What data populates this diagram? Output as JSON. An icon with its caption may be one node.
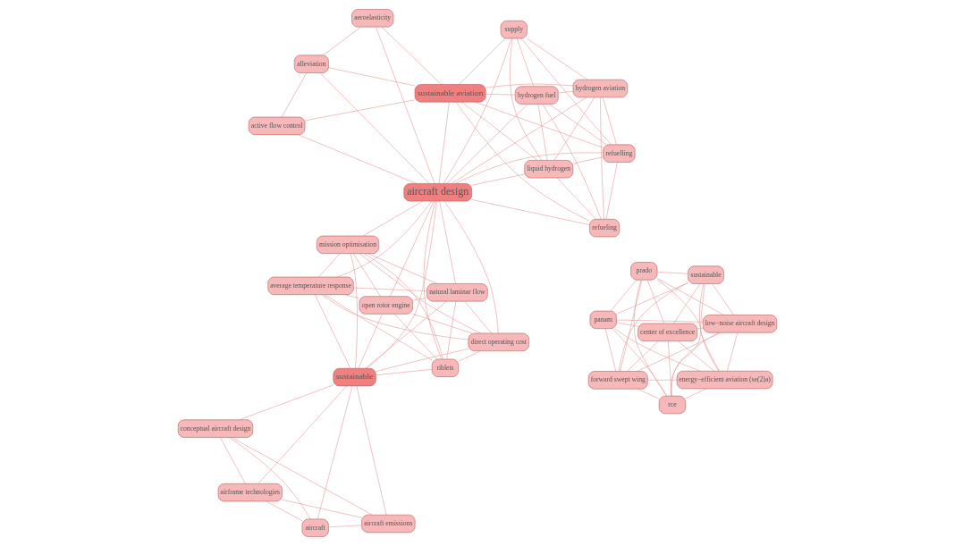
{
  "diagram": {
    "nodes": [
      {
        "text": [
          "airframe technologies"
        ]
      },
      {
        "text": [
          "aircraft emissions"
        ]
      },
      {
        "text": [
          "aircraft"
        ]
      },
      {
        "text": [
          "conceptual aircraft design"
        ]
      },
      {
        "text": [
          "sustainable"
        ]
      },
      {
        "text": [
          "mission optimisation"
        ]
      },
      {
        "text": [
          "average temperature response"
        ]
      },
      {
        "text": [
          "natural laminar flow"
        ]
      },
      {
        "text": [
          "open rotor engine"
        ]
      },
      {
        "text": [
          "direct operating cost"
        ]
      },
      {
        "text": [
          "riblets"
        ]
      },
      {
        "text": [
          "liquid hydrogen"
        ]
      },
      {
        "text": [
          "hydrogen aviation"
        ]
      },
      {
        "text": [
          "supply"
        ]
      },
      {
        "text": [
          "hydrogen fuel"
        ]
      },
      {
        "text": [
          "refueling"
        ]
      },
      {
        "text": [
          "refuelling"
        ]
      },
      {
        "text": [
          "aircraft design"
        ]
      },
      {
        "text": [
          "sustainable aviation"
        ]
      },
      {
        "text": [
          "alleviation"
        ]
      },
      {
        "text": [
          "aeroelasticity"
        ]
      },
      {
        "text": [
          "active flow control"
        ]
      },
      {
        "text": [
          "panam"
        ]
      },
      {
        "text": [
          "low−noise aircraft design"
        ]
      },
      {
        "text": [
          "rce"
        ]
      },
      {
        "text": [
          "prado"
        ]
      },
      {
        "text": [
          "sustainable"
        ]
      },
      {
        "text": [
          "center of excellence"
        ]
      },
      {
        "text": [
          "forward swept wing"
        ]
      },
      {
        "text": [
          "energy−efficient aviation (se(2)a)"
        ]
      }
    ],
    "edges": [
      {
        "from": 0,
        "to": 1,
        "arrow": "none"
      },
      {
        "from": 0,
        "to": 2,
        "arrow": "none"
      },
      {
        "from": 0,
        "to": 3,
        "arrow": "none"
      },
      {
        "from": 0,
        "to": 4,
        "arrow": "none"
      },
      {
        "from": 1,
        "to": 2,
        "arrow": "none"
      },
      {
        "from": 1,
        "to": 3,
        "arrow": "none"
      },
      {
        "from": 1,
        "to": 4,
        "arrow": "none"
      },
      {
        "from": 2,
        "to": 3,
        "arrow": "none"
      },
      {
        "from": 2,
        "to": 4,
        "arrow": "none"
      },
      {
        "from": 3,
        "to": 4,
        "arrow": "none"
      },
      {
        "from": 4,
        "to": 5,
        "arrow": "none"
      },
      {
        "from": 4,
        "to": 6,
        "arrow": "none"
      },
      {
        "from": 4,
        "to": 7,
        "arrow": "none"
      },
      {
        "from": 4,
        "to": 8,
        "arrow": "none"
      },
      {
        "from": 4,
        "to": 9,
        "arrow": "none"
      },
      {
        "from": 4,
        "to": 10,
        "arrow": "none"
      },
      {
        "from": 4,
        "to": 17,
        "arrow": "none"
      },
      {
        "from": 5,
        "to": 6,
        "arrow": "none"
      },
      {
        "from": 5,
        "to": 7,
        "arrow": "none"
      },
      {
        "from": 5,
        "to": 8,
        "arrow": "none"
      },
      {
        "from": 5,
        "to": 9,
        "arrow": "none"
      },
      {
        "from": 5,
        "to": 10,
        "arrow": "none"
      },
      {
        "from": 6,
        "to": 7,
        "arrow": "none"
      },
      {
        "from": 6,
        "to": 8,
        "arrow": "none"
      },
      {
        "from": 6,
        "to": 9,
        "arrow": "none"
      },
      {
        "from": 6,
        "to": 10,
        "arrow": "none"
      },
      {
        "from": 7,
        "to": 8,
        "arrow": "none"
      },
      {
        "from": 7,
        "to": 9,
        "arrow": "none"
      },
      {
        "from": 7,
        "to": 10,
        "arrow": "none"
      },
      {
        "from": 8,
        "to": 9,
        "arrow": "none"
      },
      {
        "from": 8,
        "to": 10,
        "arrow": "none"
      },
      {
        "from": 9,
        "to": 10,
        "arrow": "none"
      },
      {
        "from": 17,
        "to": 5,
        "arrow": "none"
      },
      {
        "from": 17,
        "to": 6,
        "arrow": "none"
      },
      {
        "from": 17,
        "to": 7,
        "arrow": "none"
      },
      {
        "from": 17,
        "to": 8,
        "arrow": "none"
      },
      {
        "from": 17,
        "to": 9,
        "arrow": "none"
      },
      {
        "from": 17,
        "to": 10,
        "arrow": "none"
      },
      {
        "from": 11,
        "to": 12,
        "arrow": "none"
      },
      {
        "from": 11,
        "to": 13,
        "arrow": "none"
      },
      {
        "from": 11,
        "to": 14,
        "arrow": "none"
      },
      {
        "from": 11,
        "to": 15,
        "arrow": "none"
      },
      {
        "from": 11,
        "to": 16,
        "arrow": "none"
      },
      {
        "from": 11,
        "to": 18,
        "arrow": "none"
      },
      {
        "from": 12,
        "to": 13,
        "arrow": "none"
      },
      {
        "from": 12,
        "to": 14,
        "arrow": "none"
      },
      {
        "from": 12,
        "to": 15,
        "arrow": "none"
      },
      {
        "from": 12,
        "to": 16,
        "arrow": "none"
      },
      {
        "from": 12,
        "to": 18,
        "arrow": "none"
      },
      {
        "from": 13,
        "to": 14,
        "arrow": "none"
      },
      {
        "from": 13,
        "to": 16,
        "arrow": "none"
      },
      {
        "from": 13,
        "to": 18,
        "arrow": "none"
      },
      {
        "from": 14,
        "to": 15,
        "arrow": "none"
      },
      {
        "from": 14,
        "to": 16,
        "arrow": "none"
      },
      {
        "from": 14,
        "to": 18,
        "arrow": "none"
      },
      {
        "from": 15,
        "to": 16,
        "arrow": "none"
      },
      {
        "from": 15,
        "to": 18,
        "arrow": "none"
      },
      {
        "from": 16,
        "to": 18,
        "arrow": "none"
      },
      {
        "from": 17,
        "to": 11,
        "arrow": "none"
      },
      {
        "from": 17,
        "to": 12,
        "arrow": "none"
      },
      {
        "from": 17,
        "to": 13,
        "arrow": "none"
      },
      {
        "from": 17,
        "to": 14,
        "arrow": "none"
      },
      {
        "from": 17,
        "to": 15,
        "arrow": "none"
      },
      {
        "from": 17,
        "to": 16,
        "arrow": "none"
      },
      {
        "from": 17,
        "to": 18,
        "arrow": "none"
      },
      {
        "from": 17,
        "to": 19,
        "arrow": "none"
      },
      {
        "from": 17,
        "to": 20,
        "arrow": "none"
      },
      {
        "from": 17,
        "to": 21,
        "arrow": "none"
      },
      {
        "from": 18,
        "to": 19,
        "arrow": "none"
      },
      {
        "from": 18,
        "to": 20,
        "arrow": "none"
      },
      {
        "from": 18,
        "to": 21,
        "arrow": "none"
      },
      {
        "from": 19,
        "to": 20,
        "arrow": "none"
      },
      {
        "from": 19,
        "to": 21,
        "arrow": "none"
      },
      {
        "from": 22,
        "to": 23,
        "arrow": "none"
      },
      {
        "from": 22,
        "to": 24,
        "arrow": "none"
      },
      {
        "from": 22,
        "to": 25,
        "arrow": "none"
      },
      {
        "from": 22,
        "to": 26,
        "arrow": "none"
      },
      {
        "from": 22,
        "to": 27,
        "arrow": "none"
      },
      {
        "from": 22,
        "to": 28,
        "arrow": "none"
      },
      {
        "from": 22,
        "to": 29,
        "arrow": "none"
      },
      {
        "from": 23,
        "to": 24,
        "arrow": "none"
      },
      {
        "from": 23,
        "to": 25,
        "arrow": "none"
      },
      {
        "from": 23,
        "to": 26,
        "arrow": "none"
      },
      {
        "from": 23,
        "to": 27,
        "arrow": "none"
      },
      {
        "from": 23,
        "to": 28,
        "arrow": "none"
      },
      {
        "from": 23,
        "to": 29,
        "arrow": "none"
      },
      {
        "from": 24,
        "to": 25,
        "arrow": "none"
      },
      {
        "from": 24,
        "to": 26,
        "arrow": "none"
      },
      {
        "from": 24,
        "to": 27,
        "arrow": "none"
      },
      {
        "from": 24,
        "to": 28,
        "arrow": "none"
      },
      {
        "from": 24,
        "to": 29,
        "arrow": "none"
      },
      {
        "from": 25,
        "to": 26,
        "arrow": "none"
      },
      {
        "from": 25,
        "to": 27,
        "arrow": "none"
      },
      {
        "from": 25,
        "to": 28,
        "arrow": "none"
      },
      {
        "from": 25,
        "to": 29,
        "arrow": "none"
      },
      {
        "from": 26,
        "to": 27,
        "arrow": "none"
      },
      {
        "from": 26,
        "to": 28,
        "arrow": "none"
      },
      {
        "from": 26,
        "to": 29,
        "arrow": "none"
      },
      {
        "from": 27,
        "to": 28,
        "arrow": "none"
      },
      {
        "from": 27,
        "to": 29,
        "arrow": "none"
      },
      {
        "from": 28,
        "to": 29,
        "arrow": "none"
      }
    ]
  }
}
